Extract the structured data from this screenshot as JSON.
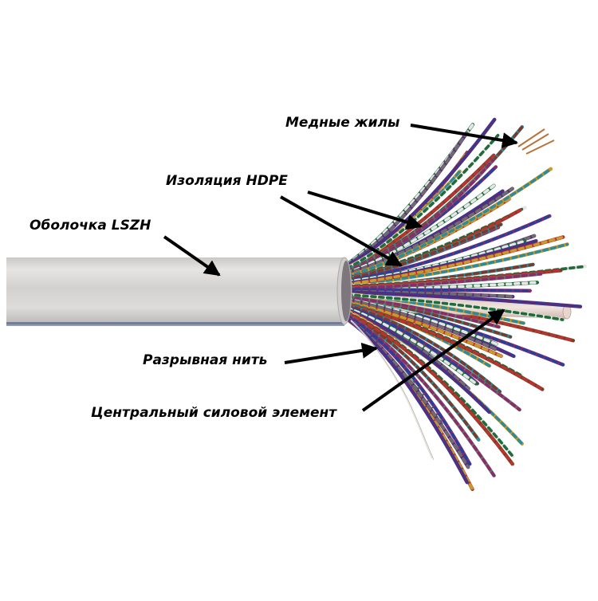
{
  "diagram": {
    "labels": {
      "copper_wires": "Медные жилы",
      "insulation": "Изоляция HDPE",
      "jacket": "Оболочка LSZH",
      "ripcord": "Разрывная нить",
      "strength_member": "Центральный силовой элемент"
    },
    "colors": {
      "jacket": "#d9d8d6",
      "strength_member": "#e9d9d2",
      "arrow": "#000000",
      "wire_palette": [
        "#1f6b3a",
        "#5b2a78",
        "#2b3f9a",
        "#b8342c",
        "#c89a26",
        "#e6e6e6",
        "#7a3b2a",
        "#2f8a9a",
        "#6d6d6d",
        "#8a2b6a"
      ]
    }
  }
}
